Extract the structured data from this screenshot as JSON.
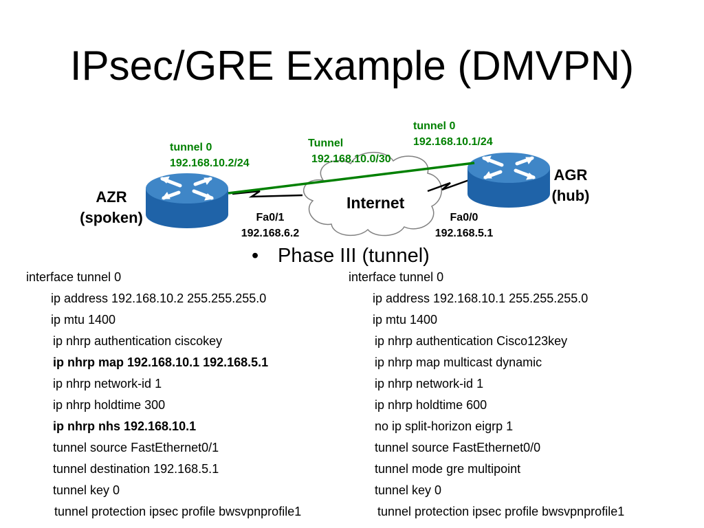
{
  "title": "IPsec/GRE Example (DMVPN)",
  "diagram": {
    "spoke": {
      "name": "AZR",
      "role": "(spoken)",
      "tunnel_label": "tunnel 0",
      "tunnel_ip": "192.168.10.2/24",
      "interface": "Fa0/1",
      "interface_ip": "192.168.6.2"
    },
    "hub": {
      "name": "AGR",
      "role": "(hub)",
      "tunnel_label": "tunnel 0",
      "tunnel_ip": "192.168.10.1/24",
      "interface": "Fa0/0",
      "interface_ip": "192.168.5.1"
    },
    "tunnel": {
      "label": "Tunnel",
      "network": "192.168.10.0/30"
    },
    "cloud": "Internet",
    "colors": {
      "tunnel_line": "#008000",
      "router_top": "#3f86c7",
      "router_body": "#1f63a8"
    }
  },
  "bullet": "Phase III (tunnel)",
  "config_left": [
    "interface tunnel 0",
    "ip address 192.168.10.2 255.255.255.0",
    "ip mtu 1400",
    "ip nhrp authentication ciscokey",
    "ip nhrp map 192.168.10.1 192.168.5.1",
    "ip nhrp network-id 1",
    "ip nhrp holdtime 300",
    "ip nhrp nhs 192.168.10.1",
    "tunnel source FastEthernet0/1",
    "tunnel destination 192.168.5.1",
    "tunnel key 0",
    "tunnel protection ipsec profile bwsvpnprofile1"
  ],
  "config_right": [
    "interface tunnel 0",
    "ip address 192.168.10.1 255.255.255.0",
    "ip mtu 1400",
    "ip nhrp authentication Cisco123key",
    "ip nhrp map multicast dynamic",
    "ip nhrp network-id 1",
    "ip nhrp holdtime 600",
    "no ip split-horizon eigrp 1",
    "tunnel source FastEthernet0/0",
    "tunnel mode gre multipoint",
    "tunnel key 0",
    "tunnel protection ipsec profile bwsvpnprofile1"
  ]
}
